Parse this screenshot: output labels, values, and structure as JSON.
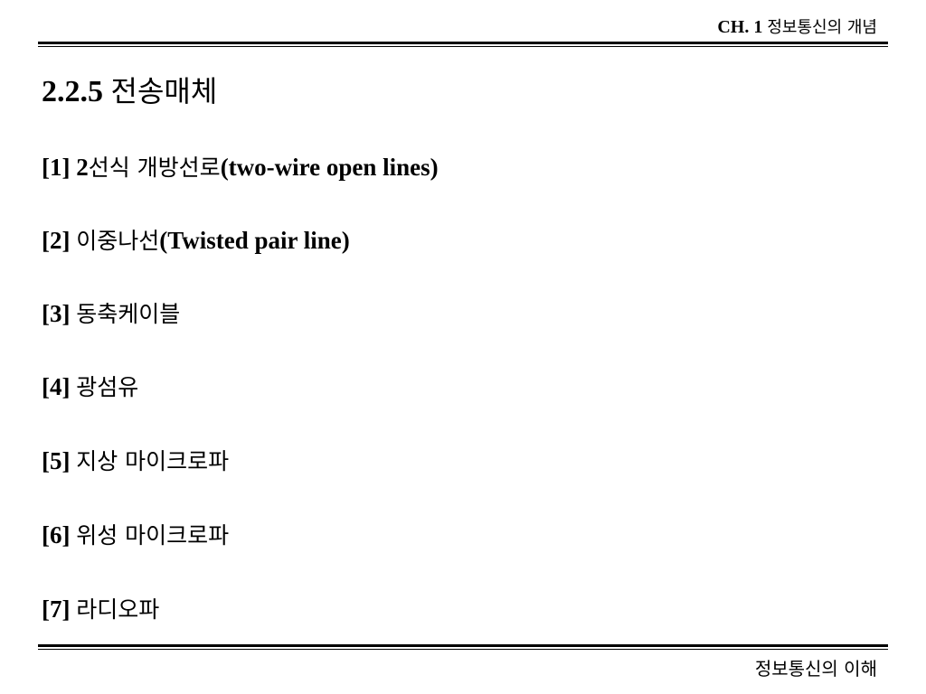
{
  "header": {
    "chapter": "CH. 1",
    "chapter_title": "정보통신의 개념"
  },
  "title": {
    "number": "2.2.5",
    "text": "전송매체"
  },
  "items": [
    {
      "num": "[1]",
      "prefix": "2",
      "korean": "선식 개방선로",
      "english": "(two-wire open lines)"
    },
    {
      "num": "[2]",
      "prefix": "",
      "korean": "이중나선",
      "english": "(Twisted pair line)"
    },
    {
      "num": "[3]",
      "prefix": "",
      "korean": "동축케이블",
      "english": ""
    },
    {
      "num": "[4]",
      "prefix": "",
      "korean": "광섬유",
      "english": ""
    },
    {
      "num": "[5]",
      "prefix": "",
      "korean": "지상 마이크로파",
      "english": ""
    },
    {
      "num": "[6]",
      "prefix": "",
      "korean": "위성 마이크로파",
      "english": ""
    },
    {
      "num": "[7]",
      "prefix": "",
      "korean": "라디오파",
      "english": ""
    }
  ],
  "footer": {
    "text": "정보통신의 이해"
  }
}
